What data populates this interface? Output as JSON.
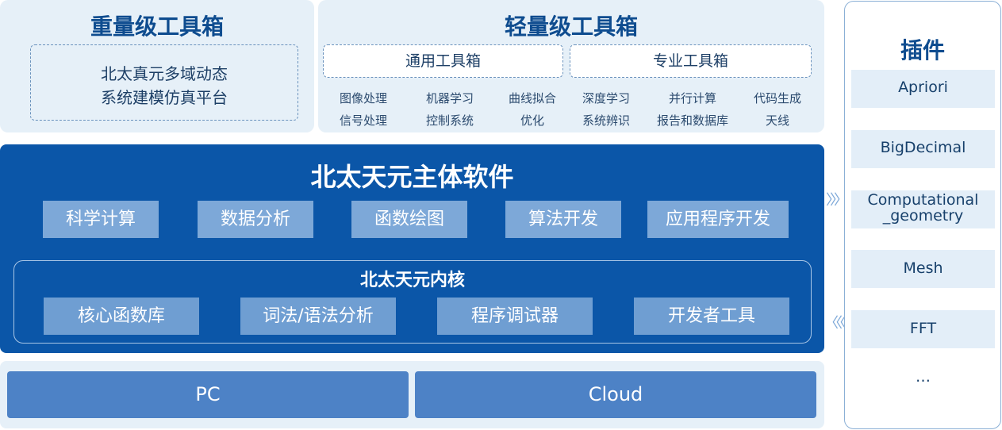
{
  "heavy_toolbox": {
    "title": "重量级工具箱",
    "line1": "北太真元多域动态",
    "line2": "系统建模仿真平台"
  },
  "light_toolbox": {
    "title": "轻量级工具箱",
    "general": "通用工具箱",
    "professional": "专业工具箱",
    "tools_row1": [
      "图像处理",
      "机器学习",
      "曲线拟合",
      "深度学习",
      "并行计算",
      "代码生成"
    ],
    "tools_row2": [
      "信号处理",
      "控制系统",
      "优化",
      "系统辨识",
      "报告和数据库",
      "天线"
    ]
  },
  "main_software": {
    "title": "北太天元主体软件",
    "features": [
      "科学计算",
      "数据分析",
      "函数绘图",
      "算法开发",
      "应用程序开发"
    ],
    "kernel_title": "北太天元内核",
    "kernel_items": [
      "核心函数库",
      "词法/语法分析",
      "程序调试器",
      "开发者工具"
    ]
  },
  "platforms": [
    "PC",
    "Cloud"
  ],
  "plugins": {
    "title": "插件",
    "items": [
      "Apriori",
      "BigDecimal",
      "Computational\n_geometry",
      "Mesh",
      "FFT",
      "…"
    ]
  },
  "arrows": {
    "right": "〉〉〉",
    "left": "〈〈〈"
  },
  "colors": {
    "dark_blue": "#0b56a8",
    "light_panel": "#e6f0f8",
    "button_blue": "#7da8d8",
    "platform_blue": "#4d82c6"
  }
}
